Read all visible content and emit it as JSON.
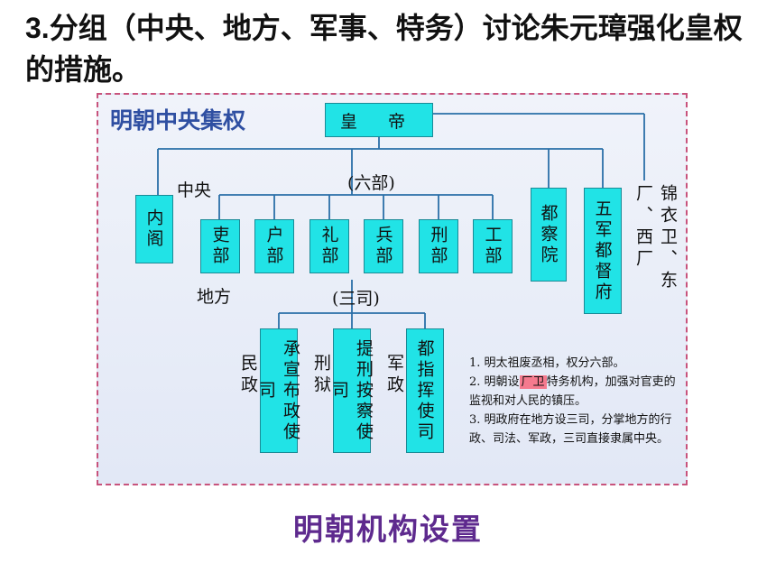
{
  "heading": {
    "num": "3.",
    "text": "分组（中央、地方、军事、特务）讨论朱元璋强化皇权的措施。"
  },
  "panel_title": "明朝中央集权",
  "emperor": "皇 帝",
  "labels": {
    "central": "中央",
    "six_ministries": "(六部)",
    "local": "地方",
    "three_si": "(三司)",
    "civil": "民政",
    "justice": "刑狱",
    "military": "军政",
    "guards": "锦衣卫、东厂、西厂"
  },
  "boxes": {
    "cabinet": "内阁",
    "censorate": "都察院",
    "five_commands": "五军都督府",
    "ministries": [
      "吏部",
      "户部",
      "礼部",
      "兵部",
      "刑部",
      "工部"
    ],
    "three_si": [
      "承宣布政使司",
      "提刑按察使司",
      "都指挥使司"
    ]
  },
  "notes": {
    "n1": "1. 明太祖废丞相，权分六部。",
    "n2_pre": "2. 明朝设",
    "n2_hl": "厂卫",
    "n2_post": "特务机构，加强对官吏的监视和对人民的镇压。",
    "n3": "3. 明政府在地方设三司，分掌地方的行政、司法、军政，三司直接隶属中央。"
  },
  "caption": "明朝机构设置"
}
